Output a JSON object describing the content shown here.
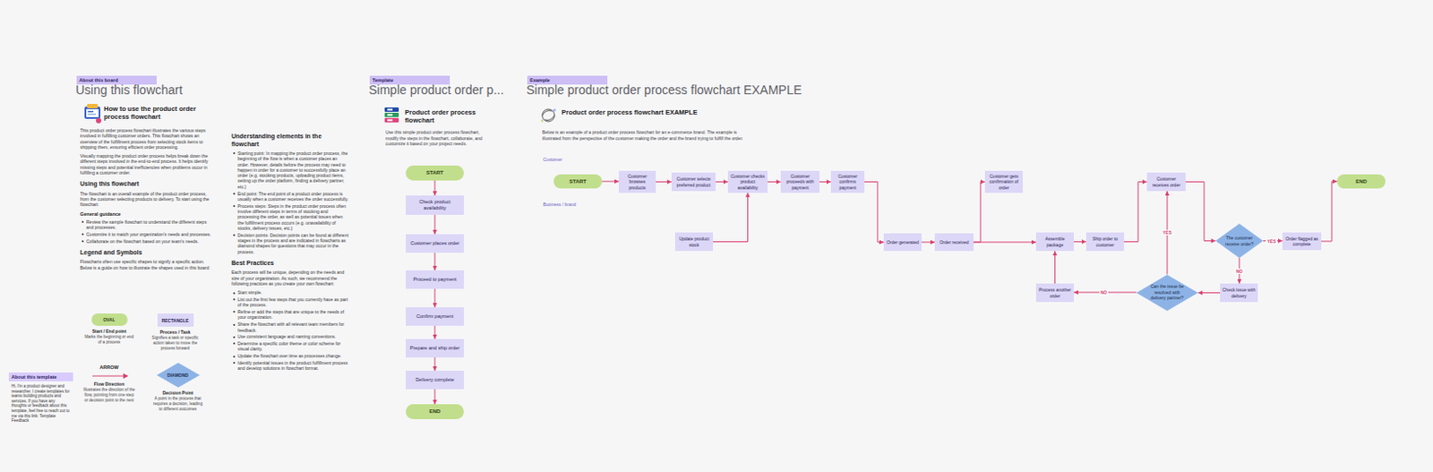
{
  "diagram": {
    "nodes": [
      {
        "text": [
          "About this board",
          "Using this flowchart"
        ]
      },
      {
        "text": [
          "OVAL",
          "Start / End point",
          "Marks the beginning or end of a process"
        ],
        "in": 0
      },
      {
        "text": [
          "RECTANGLE",
          "Process / Task",
          "Signifies a task or specific action taken to move the process forward"
        ],
        "in": 0
      },
      {
        "text": [
          "DIAMOND",
          "Decision Point",
          "A point in the process that requires a decision, leading to different outcomes"
        ],
        "in": 0
      },
      {
        "text": [
          "Template",
          "Simple product order p..."
        ]
      },
      {
        "text": [
          "Product order process flowchart",
          "Use this simple product order process flowchart, modify the steps in the flowchart, collaborate, and customize it based on your project needs."
        ],
        "in": 4
      },
      {
        "text": [
          "START"
        ],
        "in": 5
      },
      {
        "text": [
          "Check product availability"
        ],
        "in": 5
      },
      {
        "text": [
          "Customer places order"
        ],
        "in": 5
      },
      {
        "text": [
          "Proceed to payment"
        ],
        "in": 5
      },
      {
        "text": [
          "Confirm payment"
        ],
        "in": 5
      },
      {
        "text": [
          "Prepare and ship order"
        ],
        "in": 5
      },
      {
        "text": [
          "Delivery complete"
        ],
        "in": 5
      },
      {
        "text": [
          "END"
        ],
        "in": 5
      },
      {
        "text": [
          "Example",
          "Simple product order process flowchart EXAMPLE"
        ]
      },
      {
        "text": [
          "Product order process flowchart EXAMPLE",
          "Below is an example of a product order process flowchart for an e-commerce brand. The example is illustrated from the perspective of the customer making the order and the brand trying to fulfill the order."
        ],
        "in": 14
      },
      {
        "text": [
          "Customer"
        ],
        "in": 15
      },
      {
        "text": [
          "Business / brand"
        ],
        "in": 15
      },
      {
        "text": [
          "START"
        ],
        "in": 16
      },
      {
        "text": [
          "Customer browses products"
        ],
        "in": 16
      },
      {
        "text": [
          "Customer selects preferred product"
        ],
        "in": 16
      },
      {
        "text": [
          "Customer checks product availability"
        ],
        "in": 16
      },
      {
        "text": [
          "Customer proceeds with payment"
        ],
        "in": 16
      },
      {
        "text": [
          "Customer confirms payment"
        ],
        "in": 16
      },
      {
        "text": [
          "Customer gets confirmation of order"
        ],
        "in": 16
      },
      {
        "text": [
          "Customer receives order"
        ],
        "in": 16
      },
      {
        "text": [
          "END"
        ],
        "in": 16
      },
      {
        "text": [
          "Update product stock"
        ],
        "in": 17
      },
      {
        "text": [
          "Order generated"
        ],
        "in": 17
      },
      {
        "text": [
          "Order received"
        ],
        "in": 17
      },
      {
        "text": [
          "Assemble package"
        ],
        "in": 17
      },
      {
        "text": [
          "Ship order to customer"
        ],
        "in": 17
      },
      {
        "text": [
          "Process another order"
        ],
        "in": 17
      },
      {
        "text": [
          "Can the issue be resolved with delivery partner?"
        ],
        "in": 17
      },
      {
        "text": [
          "The customer receive order?"
        ],
        "in": 17
      },
      {
        "text": [
          "Order flagged as complete"
        ],
        "in": 17
      },
      {
        "text": [
          "Check issue with delivery"
        ],
        "in": 17
      },
      {
        "text": [
          "About this template",
          "Hi, I'm a product designer and researcher. I create templates for teams building products and services. If you have any thoughts or feedback about this template, feel free to reach out to me via this link: Template Feedback"
        ]
      }
    ],
    "edges": [
      {
        "from": 6,
        "to": 7,
        "arrow": "to"
      },
      {
        "from": 7,
        "to": 8,
        "arrow": "to"
      },
      {
        "from": 8,
        "to": 9,
        "arrow": "to"
      },
      {
        "from": 9,
        "to": 10,
        "arrow": "to"
      },
      {
        "from": 10,
        "to": 11,
        "arrow": "to"
      },
      {
        "from": 11,
        "to": 12,
        "arrow": "to"
      },
      {
        "from": 12,
        "to": 13,
        "arrow": "to"
      },
      {
        "from": 18,
        "to": 19,
        "arrow": "to"
      },
      {
        "from": 19,
        "to": 20,
        "arrow": "to"
      },
      {
        "from": 20,
        "to": 21,
        "arrow": "to"
      },
      {
        "from": 21,
        "to": 22,
        "arrow": "to"
      },
      {
        "from": 22,
        "to": 23,
        "arrow": "to"
      },
      {
        "from": 23,
        "to": 28,
        "arrow": "to"
      },
      {
        "from": 27,
        "to": 21,
        "arrow": "to"
      },
      {
        "from": 28,
        "to": 29,
        "arrow": "to"
      },
      {
        "from": 29,
        "to": 24,
        "arrow": "to"
      },
      {
        "from": 29,
        "to": 30,
        "arrow": "to"
      },
      {
        "from": 30,
        "to": 31,
        "arrow": "to"
      },
      {
        "from": 31,
        "to": 25,
        "arrow": "to"
      },
      {
        "from": 25,
        "to": 34,
        "arrow": "to"
      },
      {
        "from": 34,
        "to": 35,
        "arrow": "to",
        "label": "YES"
      },
      {
        "from": 35,
        "to": 26,
        "arrow": "to"
      },
      {
        "from": 34,
        "to": 36,
        "arrow": "to",
        "label": "NO"
      },
      {
        "from": 36,
        "to": 33,
        "arrow": "to"
      },
      {
        "from": 33,
        "to": 25,
        "arrow": "to",
        "label": "YES"
      },
      {
        "from": 33,
        "to": 32,
        "arrow": "to",
        "label": "NO"
      },
      {
        "from": 32,
        "to": 30,
        "arrow": "to"
      }
    ],
    "labels": [
      "How to use the product order process flowchart",
      "This product order process flowchart illustrates the various steps involved in fulfilling customer orders. This flowchart shows an overview of the fulfillment process from selecting stock items to shipping them, ensuring efficient order processing.",
      "Visually mapping the product order process helps break down the different steps involved in the end-to-end process. It helps identify missing steps and potential inefficiencies when problems occur in fulfilling a customer order.",
      "Using this flowchart",
      "The flowchart is an overall example of the product order process, from the customer selecting products to delivery. To start using the flowchart:",
      "General guidance",
      "Review the sample flowchart to understand the different steps and processes.",
      "Customize it to match your organization's needs and processes.",
      "Collaborate on the flowchart based on your team's needs.",
      "Legend and Symbols",
      "Flowcharts often use specific shapes to signify a specific action. Below is a guide on how to illustrate the shapes used in this board:",
      "ARROW",
      "Flow Direction",
      "Illustrates the direction of the flow, pointing from one step or decision point to the next",
      "Understanding elements in the flowchart",
      "Starting point: In mapping the product order process, the beginning of the flow is when a customer places an order. However, details before the process may need to happen in order for a customer to successfully place an order (e.g. stocking products, uploading product items, setting up the order platform, finding a delivery partner, etc.)",
      "End point: The end point of a product order process is usually when a customer receives the order successfully.",
      "Process steps: Steps in the product order process often involve different steps in terms of stocking and processing the order, as well as potential issues when the fulfillment process occurs (e.g. unavailability of stocks, delivery issues, etc.)",
      "Decision points: Decision points can be found at different stages in the process and are indicated in flowcharts as diamond shapes for questions that may occur in the process.",
      "Best Practices",
      "Each process will be unique, depending on the needs and size of your organization. As such, we recommend the following practices as you create your own flowchart:",
      "Start simple.",
      "List out the first few steps that you currently have as part of the process.",
      "Refine or add the steps that are unique to the needs of your organization.",
      "Share the flowchart with all relevant team members for feedback.",
      "Use consistent language and naming conventions.",
      "Determine a specific color theme or color scheme for visual clarity.",
      "Update the flowchart over time as processes change.",
      "Identify potential issues in the product fulfillment process and develop solutions in flowchart format."
    ]
  }
}
